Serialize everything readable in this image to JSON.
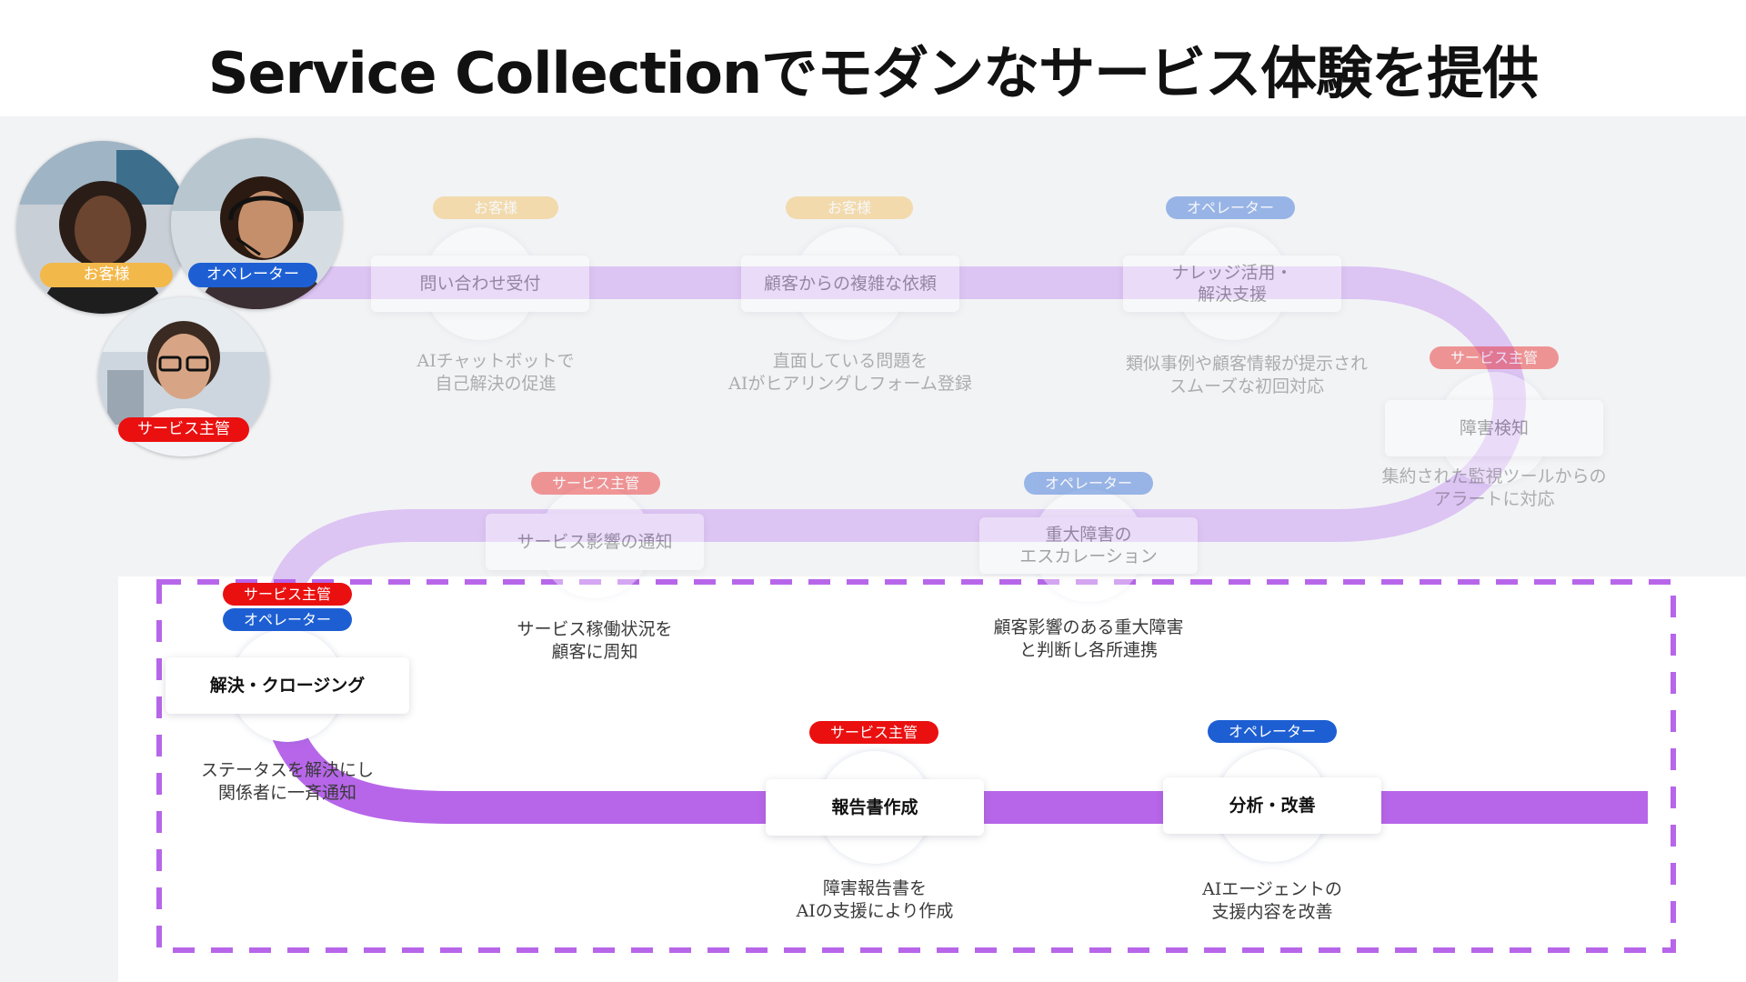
{
  "title": "Service Collectionでモダンなサービス体験を提供",
  "colors": {
    "customer": "#f3b84a",
    "operator": "#1d5fd3",
    "manager": "#ea1010",
    "flow_light": "#dcc4f3",
    "flow_dark": "#b766e9",
    "dashed": "#b766e9",
    "background": "#f2f3f5"
  },
  "personas": {
    "customer": "お客様",
    "operator": "オペレーター",
    "manager": "サービス主管"
  },
  "steps": [
    {
      "label": "問い合わせ受付",
      "tags": [
        "お客様"
      ],
      "desc": "AIチャットボットで\n自己解決の促進"
    },
    {
      "label": "顧客からの複雑な依頼",
      "tags": [
        "お客様"
      ],
      "desc": "直面している問題を\nAIがヒアリングしフォーム登録"
    },
    {
      "label": "ナレッジ活用・\n解決支援",
      "tags": [
        "オペレーター"
      ],
      "desc": "類似事例や顧客情報が提示され\nスムーズな初回対応"
    },
    {
      "label": "障害検知",
      "tags": [
        "サービス主管"
      ],
      "desc": "集約された監視ツールからの\nアラートに対応"
    },
    {
      "label": "重大障害の\nエスカレーション",
      "tags": [
        "オペレーター"
      ],
      "desc": "顧客影響のある重大障害\nと判断し各所連携"
    },
    {
      "label": "サービス影響の通知",
      "tags": [
        "サービス主管"
      ],
      "desc": "サービス稼働状況を\n顧客に周知"
    },
    {
      "label": "解決・クロージング",
      "tags": [
        "サービス主管",
        "オペレーター"
      ],
      "desc": "ステータスを解決にし\n関係者に一斉通知"
    },
    {
      "label": "報告書作成",
      "tags": [
        "サービス主管"
      ],
      "desc": "障害報告書を\nAIの支援により作成"
    },
    {
      "label": "分析・改善",
      "tags": [
        "オペレーター"
      ],
      "desc": "AIエージェントの\n支援内容を改善"
    }
  ]
}
